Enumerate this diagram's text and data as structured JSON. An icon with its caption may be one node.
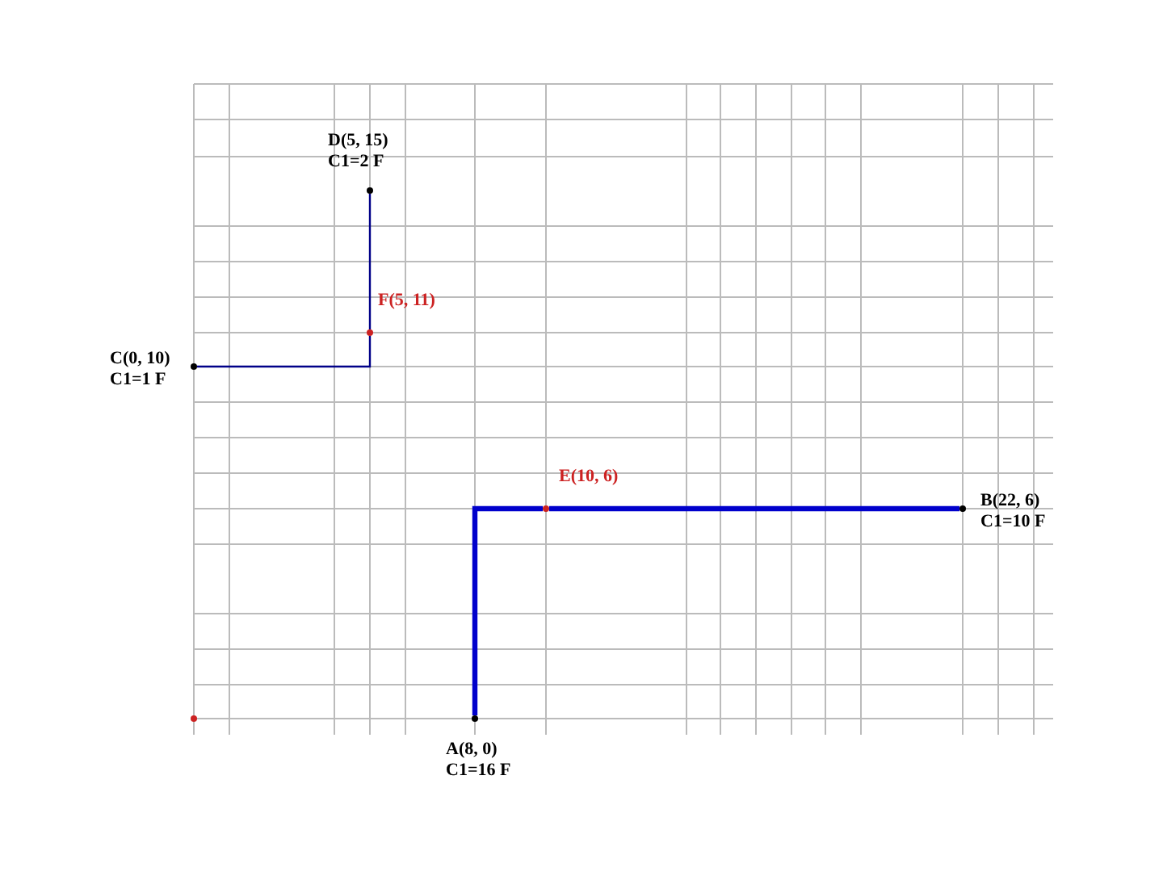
{
  "diagram": {
    "nodes": [
      {
        "text": [
          "D(5, 15)",
          "C1=2 F"
        ]
      },
      {
        "text": [
          "F(5, 11)"
        ]
      },
      {
        "text": [
          "C(0, 10)",
          "C1=1 F"
        ]
      },
      {
        "text": [
          "E(10, 6)"
        ]
      },
      {
        "text": [
          "B(22, 6)",
          "C1=10 F"
        ]
      },
      {
        "text": [
          "A(8, 0)",
          "C1=16 F"
        ]
      },
      {
        "text": [],
        "shape": "circle"
      }
    ],
    "edges": [
      {
        "from": 2,
        "to": 1,
        "arrow": "none"
      },
      {
        "from": 1,
        "to": 0,
        "arrow": "none"
      },
      {
        "from": 5,
        "to": 3,
        "arrow": "none",
        "style": "thick"
      },
      {
        "from": 3,
        "to": 4,
        "arrow": "none",
        "style": "thick"
      }
    ]
  }
}
